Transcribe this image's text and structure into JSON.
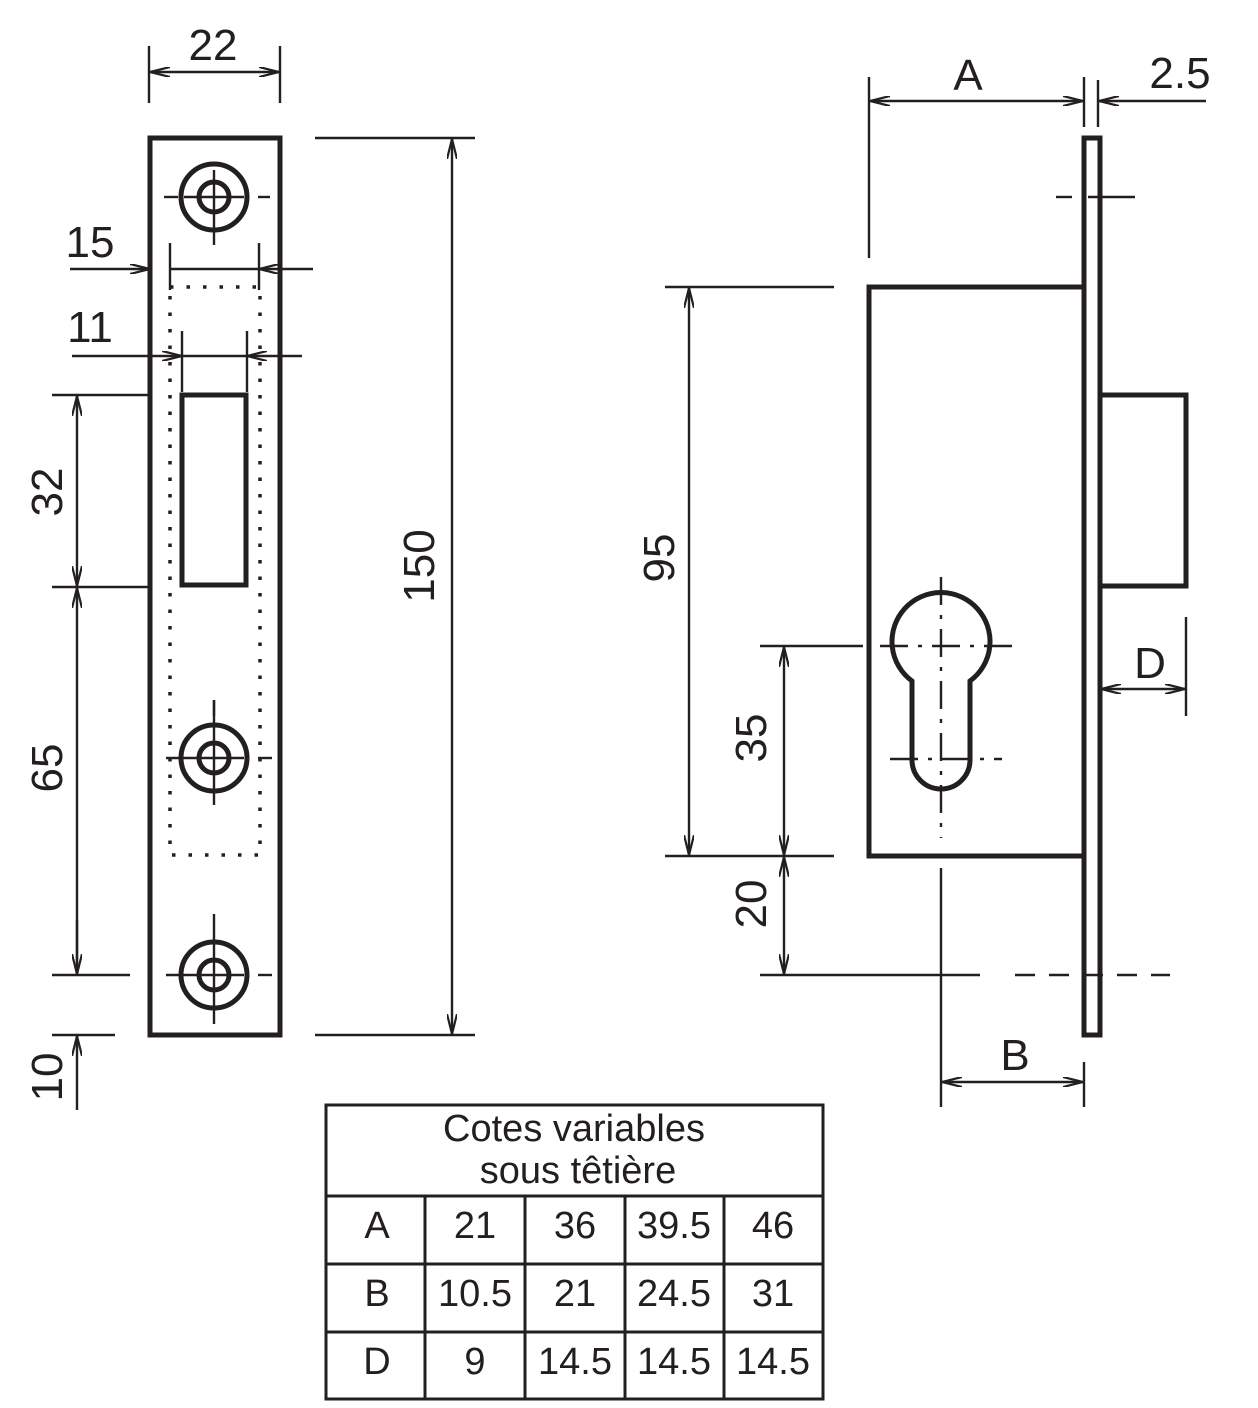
{
  "drawing": {
    "subject": "Mortise lock with euro cylinder",
    "front_view": {
      "dimensions": {
        "faceplate_width": "22",
        "outer_slot_width": "15",
        "inner_slot_width": "11",
        "latch_window_height": "32",
        "hole_to_window": "65",
        "bottom_hole_offset": "10",
        "total_height": "150"
      }
    },
    "side_view": {
      "dimensions": {
        "backset": "A",
        "faceplate_thickness": "2.5",
        "body_height": "95",
        "cylinder_spacing": "35",
        "bottom_offset": "20",
        "cylinder_offset": "B",
        "bolt_throw": "D"
      }
    }
  },
  "table": {
    "title_line1": "Cotes variables",
    "title_line2": "sous têtière",
    "rows": [
      {
        "label": "A",
        "values": [
          "21",
          "36",
          "39.5",
          "46"
        ]
      },
      {
        "label": "B",
        "values": [
          "10.5",
          "21",
          "24.5",
          "31"
        ]
      },
      {
        "label": "D",
        "values": [
          "9",
          "14.5",
          "14.5",
          "14.5"
        ]
      }
    ]
  },
  "colors": {
    "ink": "#231f20",
    "background": "#ffffff"
  }
}
